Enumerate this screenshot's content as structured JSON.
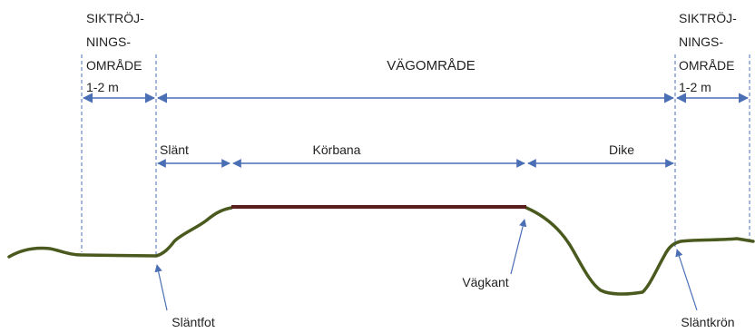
{
  "colors": {
    "dimension_line": "#4a6fb5",
    "terrain": "#4a5a1e",
    "road_surface": "#5a1f1c",
    "text": "#222222"
  },
  "labels": {
    "left_zone": [
      "SIKTRÖJ-",
      "NINGS-",
      "OMRÅDE",
      "1-2 m"
    ],
    "right_zone": [
      "SIKTRÖJ-",
      "NINGS-",
      "OMRÅDE",
      "1-2 m"
    ],
    "road_area": "VÄGOMRÅDE",
    "slope": "Slänt",
    "carriageway": "Körbana",
    "ditch": "Dike",
    "road_edge": "Vägkant",
    "slope_toe": "Släntfot",
    "slope_crest": "Släntkrön"
  }
}
